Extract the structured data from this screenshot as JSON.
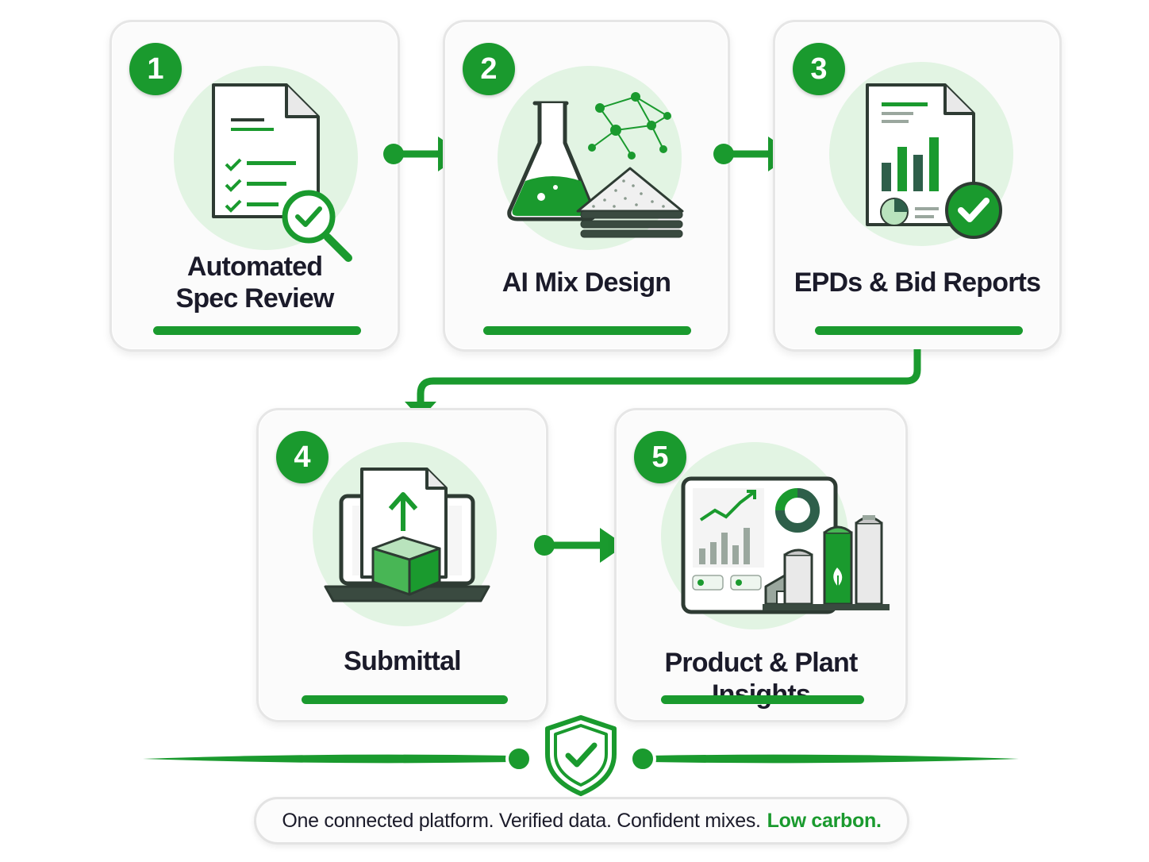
{
  "steps": [
    {
      "number": "1",
      "label_lines": [
        "Automated",
        "Spec Review"
      ],
      "icon": "document-search-icon"
    },
    {
      "number": "2",
      "label_lines": [
        "AI Mix Design"
      ],
      "icon": "flask-network-material-icon"
    },
    {
      "number": "3",
      "label_lines": [
        "EPDs & Bid Reports"
      ],
      "icon": "report-chart-check-icon"
    },
    {
      "number": "4",
      "label_lines": [
        "Submittal"
      ],
      "icon": "laptop-upload-box-icon"
    },
    {
      "number": "5",
      "label_lines": [
        "Product & Plant Insights"
      ],
      "icon": "dashboard-plant-silo-icon"
    }
  ],
  "tagline": {
    "text": "One connected platform. Verified data. Confident mixes.",
    "accent": "Low carbon."
  },
  "footer_icon": "shield-check-icon",
  "colors": {
    "accent": "#1a9a2e",
    "accent_light": "#e2f4e3",
    "text": "#1b1b2a",
    "card_border": "#e6e6e6",
    "dark_outline": "#2e3b33"
  }
}
